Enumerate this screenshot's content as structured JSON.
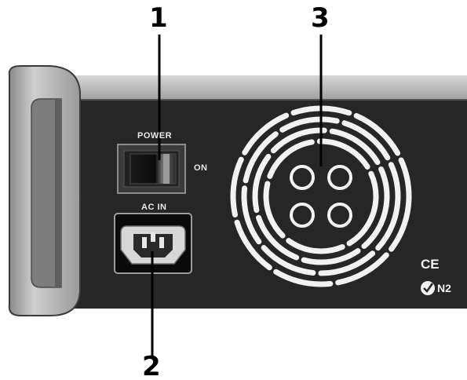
{
  "callouts": {
    "one": "1",
    "two": "2",
    "three": "3"
  },
  "labels": {
    "power": "POWER",
    "on": "ON",
    "ac_in": "AC IN"
  },
  "certifications": {
    "ce": "CE",
    "ctick": "N2"
  },
  "colors": {
    "panel": "#262626",
    "chassis_top": "#bcbcbc",
    "handle": "#a9a9a9",
    "switch_rocker": "#0f0f0f",
    "leader_lines": "#000000"
  },
  "icons": [
    "rocker-switch-icon",
    "iec-inlet-icon",
    "fan-grille-icon",
    "ctick-mark-icon"
  ]
}
